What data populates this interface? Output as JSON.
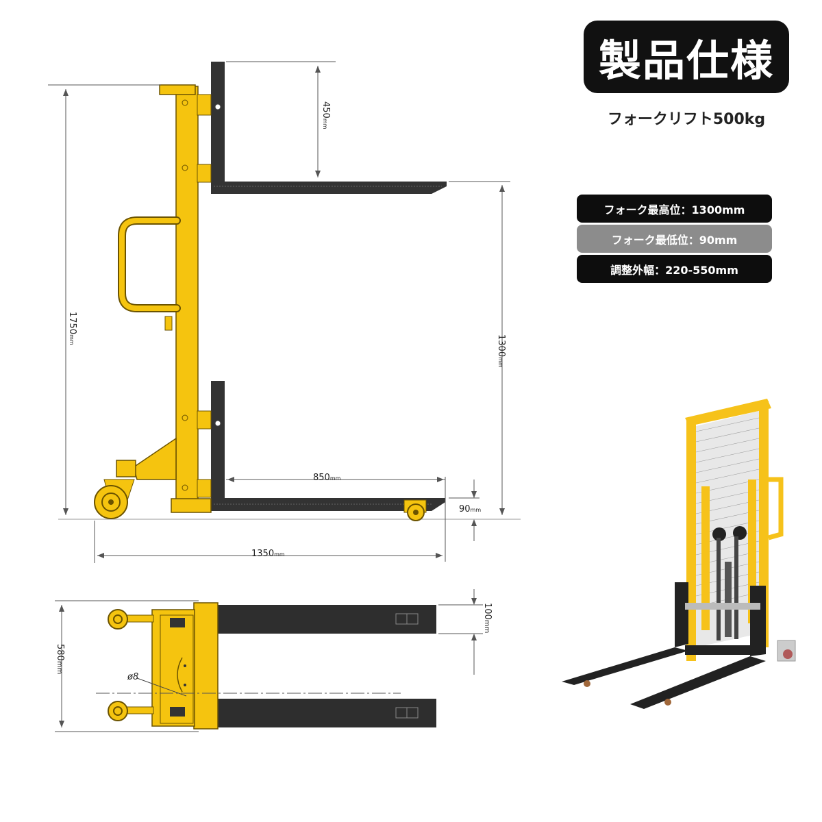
{
  "header": {
    "title": "製品仕様",
    "subtitle": "フォークリフト500kg"
  },
  "specs": [
    {
      "label": "フォーク最高位：1300mm",
      "style": "dark"
    },
    {
      "label": "フォーク最低位：90mm",
      "style": "grey"
    },
    {
      "label": "調整外幅：220-550mm",
      "style": "dark"
    }
  ],
  "side_view": {
    "dim_overall_height": "1750",
    "dim_fork_top": "450",
    "dim_max_lift": "1300",
    "dim_fork_length": "850",
    "dim_min_height": "90",
    "dim_total_length": "1350"
  },
  "top_view": {
    "dim_fork_width": "100",
    "dim_overall_width": "580",
    "dim_hole": "ø8"
  },
  "units": {
    "mm": "mm"
  },
  "colors": {
    "frame": "#f5c40f",
    "frame_stroke": "#6b5300",
    "fork": "#2a2a2a",
    "accent_dark": "#111111"
  }
}
